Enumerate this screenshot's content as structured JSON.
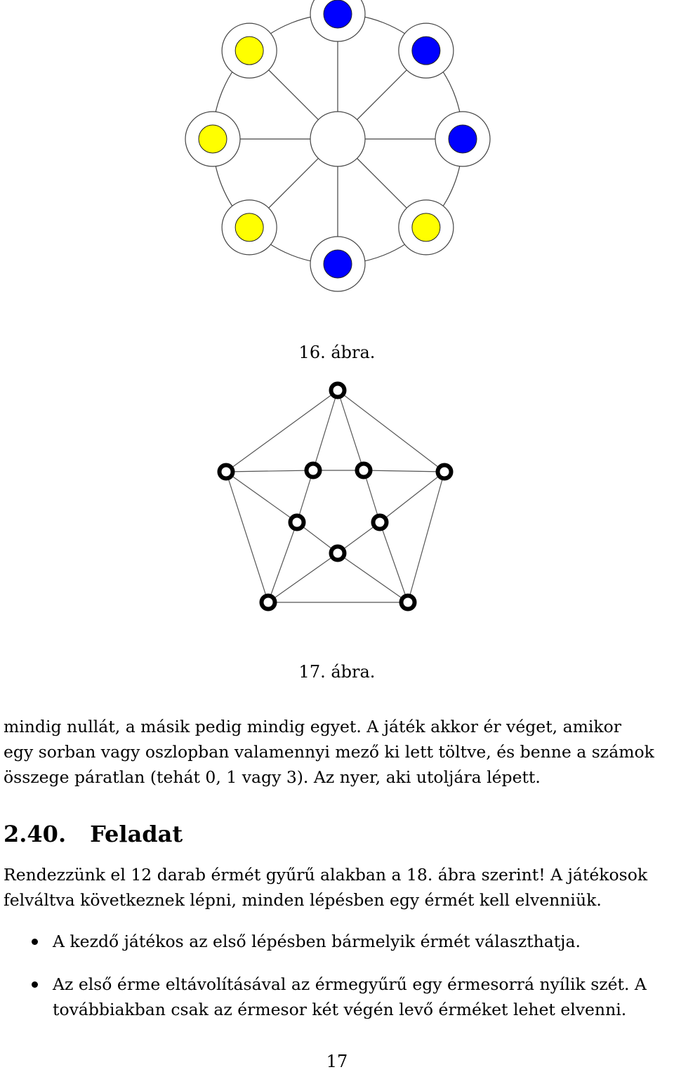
{
  "figure16": {
    "caption": "16. ábra.",
    "outer_colors": [
      "blue",
      "blue",
      "blue",
      "yellow",
      "blue",
      "yellow",
      "yellow",
      "yellow"
    ],
    "colors": {
      "blue": "#0000ff",
      "yellow": "#ffff00",
      "center": "#ffffff"
    }
  },
  "figure17": {
    "caption": "17. ábra."
  },
  "paragraph1": [
    "mindig nullát, a másik pedig mindig egyet. A játék akkor ér véget, amikor",
    "egy sorban vagy oszlopban valamennyi mező ki lett töltve, és benne a számok",
    "összege páratlan (tehát 0, 1 vagy 3). Az nyer, aki utoljára lépett."
  ],
  "section": {
    "number": "2.40.",
    "title": "Feladat"
  },
  "paragraph2": [
    "Rendezzünk el 12 darab érmét gyűrű alakban a 18. ábra szerint! A játékosok",
    "felváltva következnek lépni, minden lépésben egy érmét kell elvenniük."
  ],
  "bullets": [
    [
      "A kezdő játékos az első lépésben bármelyik érmét választhatja."
    ],
    [
      "Az első érme eltávolításával az érmegyűrű egy érmesorrá nyílik szét. A",
      "továbbiakban csak az érmesor két végén levő érméket lehet elvenni."
    ]
  ],
  "page_number": "17"
}
